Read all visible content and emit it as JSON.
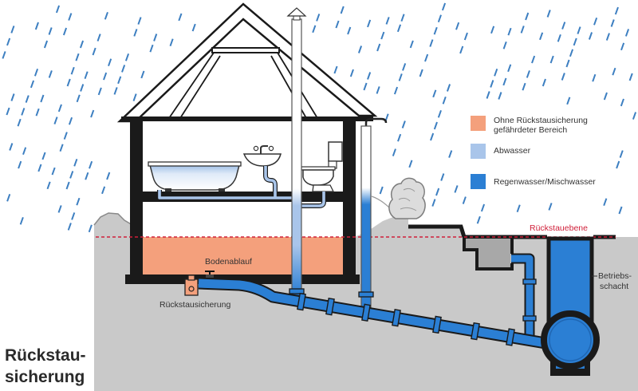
{
  "title": {
    "line1": "Rückstau-",
    "line2": "sicherung"
  },
  "legend": {
    "endangered_area": {
      "line1": "Ohne Rückstausicherung",
      "line2": "gefährdeter Bereich",
      "color": "#f4a07c"
    },
    "wastewater": {
      "label": "Abwasser",
      "color": "#a9c5ea"
    },
    "stormwater": {
      "label": "Regenwasser/Mischwasser",
      "color": "#2b7fd4"
    }
  },
  "labels": {
    "backflow_level": "Rückstauebene",
    "floor_drain": "Bodenablauf",
    "backflow_valve": "Rückstausicherung",
    "shaft": {
      "line1": "Betriebs-",
      "line2": "schacht"
    }
  },
  "colors": {
    "backflow_level": "#d0203a",
    "ground": "#c9c9c9",
    "rain": "#3d7fc1",
    "outline": "#1a1a1a"
  }
}
